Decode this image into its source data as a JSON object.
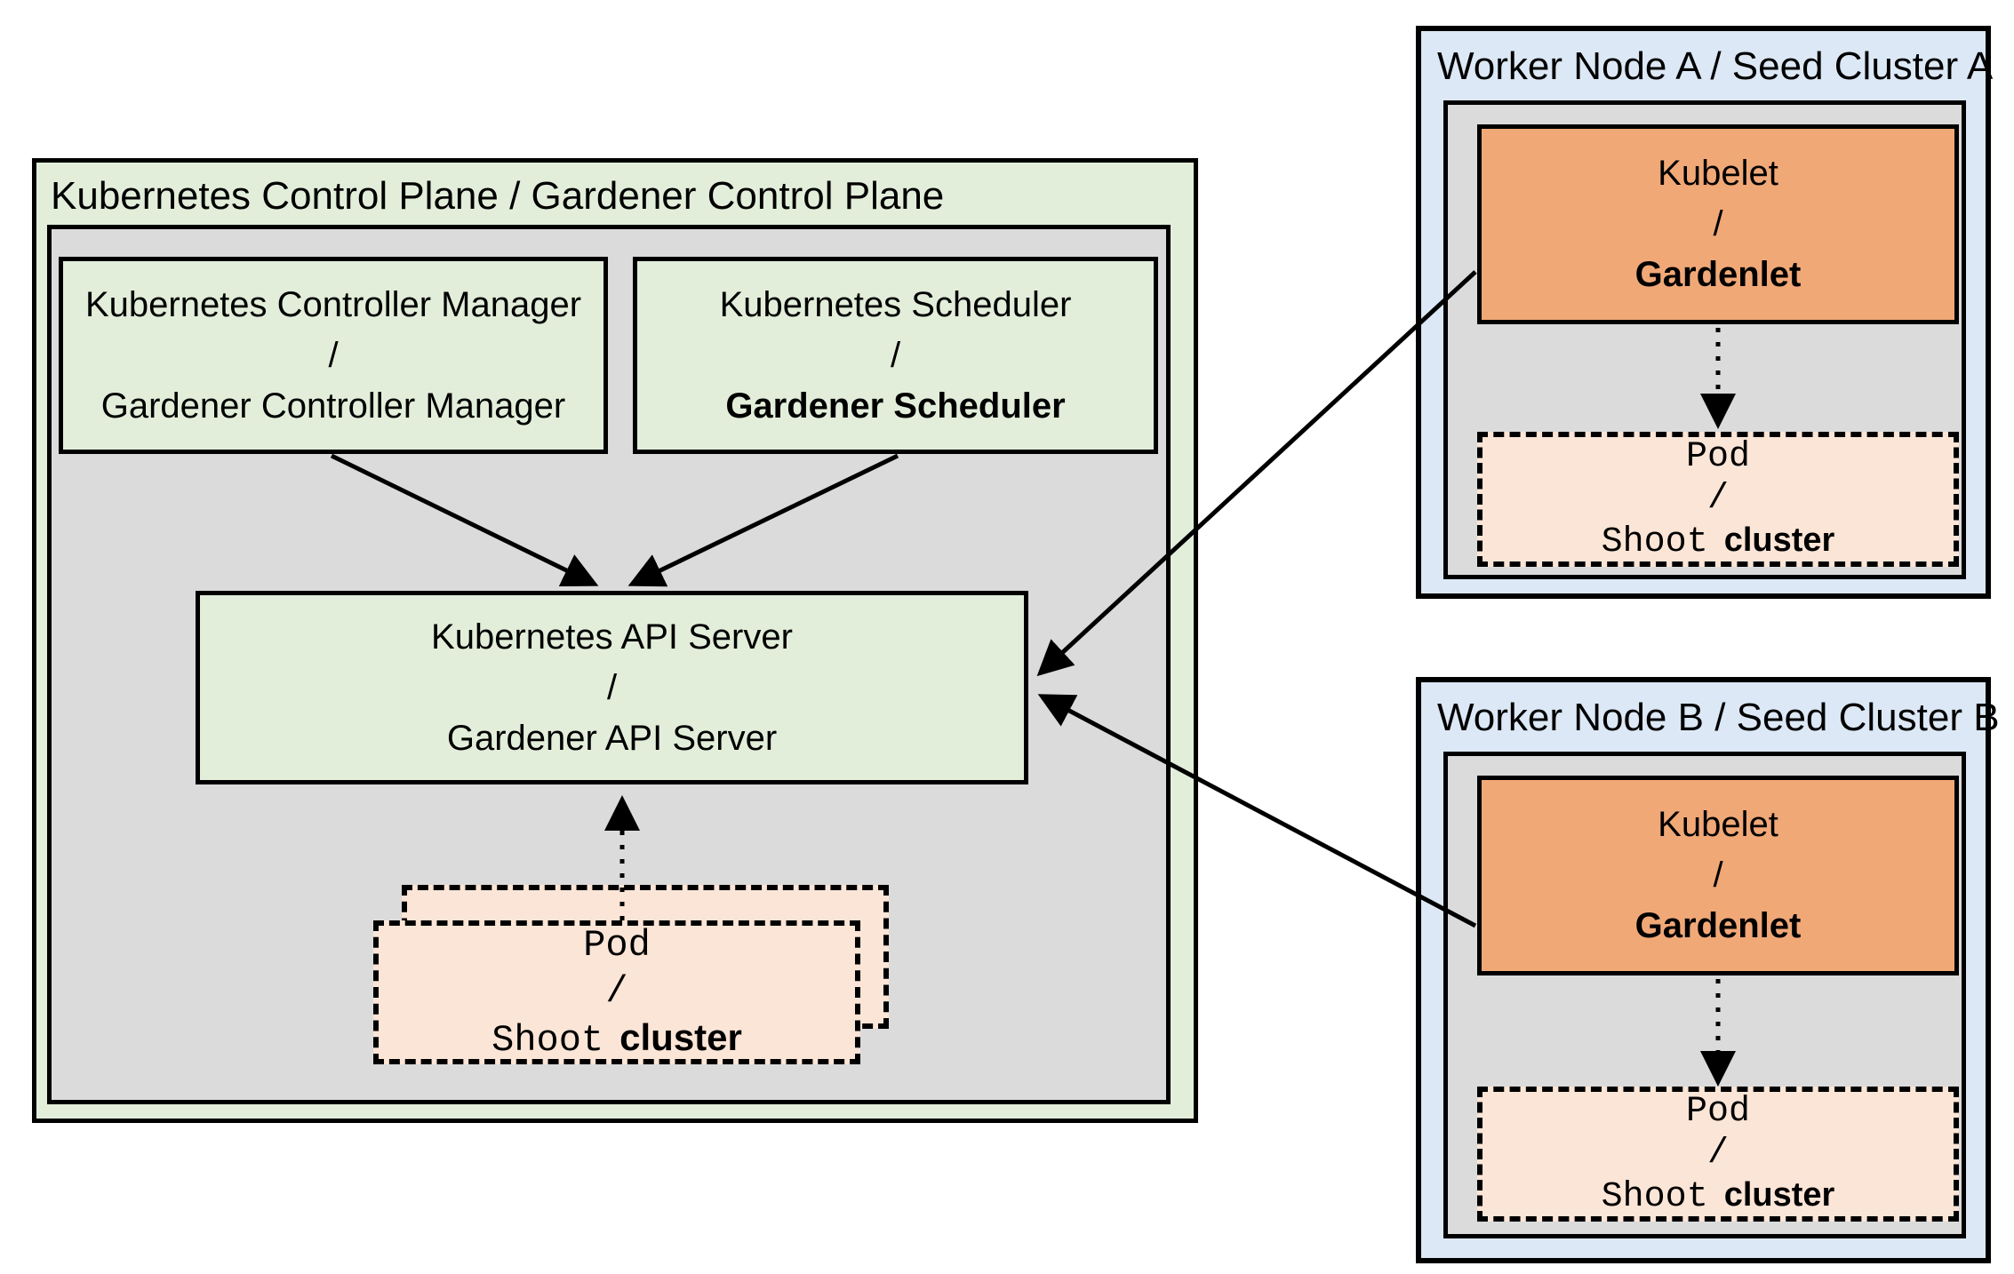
{
  "colors": {
    "green": "#E2EEDA",
    "gray": "#DBDBDB",
    "blue": "#DCE8F5",
    "orange": "#F1A877",
    "peach": "#FBE5D6",
    "line": "#000000",
    "text": "#000000"
  },
  "control_plane": {
    "title": "Kubernetes Control Plane / Gardener Control Plane",
    "controller_manager": {
      "top": "Kubernetes Controller Manager",
      "sep": "/",
      "bottom": "Gardener Controller Manager"
    },
    "scheduler": {
      "top": "Kubernetes Scheduler",
      "sep": "/",
      "bottom": "Gardener Scheduler"
    },
    "api_server": {
      "top": "Kubernetes API Server",
      "sep": "/",
      "bottom": "Gardener API Server"
    },
    "pod": {
      "top": "Pod",
      "sep": "/",
      "bottom_mono": "Shoot",
      "bottom_sans": "cluster"
    }
  },
  "worker_node_a": {
    "title": "Worker Node A / Seed Cluster A",
    "kubelet": {
      "top": "Kubelet",
      "sep": "/",
      "bottom": "Gardenlet"
    },
    "pod": {
      "top": "Pod",
      "sep": "/",
      "bottom_mono": "Shoot",
      "bottom_sans": "cluster"
    }
  },
  "worker_node_b": {
    "title": "Worker Node B / Seed Cluster B",
    "kubelet": {
      "top": "Kubelet",
      "sep": "/",
      "bottom": "Gardenlet"
    },
    "pod": {
      "top": "Pod",
      "sep": "/",
      "bottom_mono": "Shoot",
      "bottom_sans": "cluster"
    }
  }
}
